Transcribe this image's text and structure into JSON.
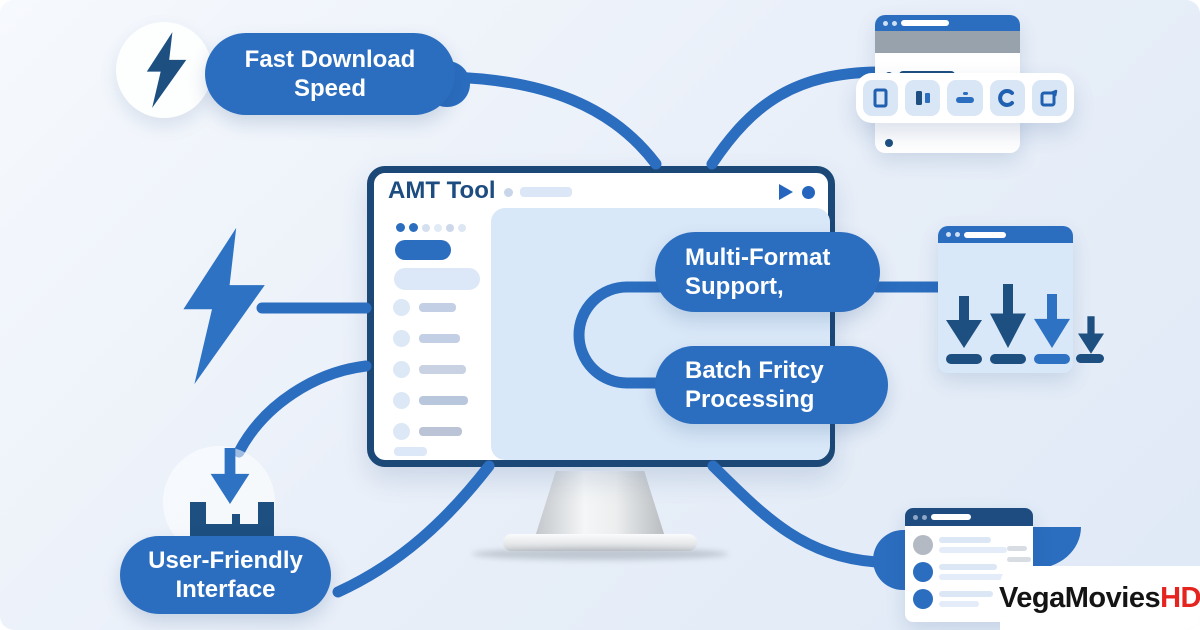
{
  "monitor": {
    "title": "AMT Tool"
  },
  "pills": {
    "fast": {
      "label": "Fast Download Speed"
    },
    "multi": {
      "line1": "Multi-Format",
      "line2": "Support,"
    },
    "batch": {
      "line1": "Batch Fritcy",
      "line2": "Processing"
    },
    "user": {
      "line1": "User-Friendly",
      "line2": "Interface"
    }
  },
  "watermark": {
    "black": "VegaMovies",
    "red": "HD"
  },
  "icons": {
    "top_left": "lightning-bolt-icon",
    "left": "lightning-bolt-icon",
    "bottom_left": "download-tray-icon",
    "titlebar": [
      "play-icon",
      "record-dot-icon"
    ],
    "toolbar": [
      "page-icon",
      "columns-icon",
      "bar-icon",
      "refresh-icon",
      "clipboard-arrow-icon"
    ],
    "download_panel": [
      "download-arrow-icon",
      "download-arrow-icon",
      "download-arrow-icon",
      "download-arrow-icon"
    ]
  },
  "colors": {
    "accent": "#2b6dbf",
    "accent_bright": "#2e72c4",
    "navy": "#1d4f80",
    "frame": "#1c4877",
    "content_bg": "#d9e8f8",
    "watermark_red": "#e5231f",
    "watermark_black": "#141414"
  }
}
